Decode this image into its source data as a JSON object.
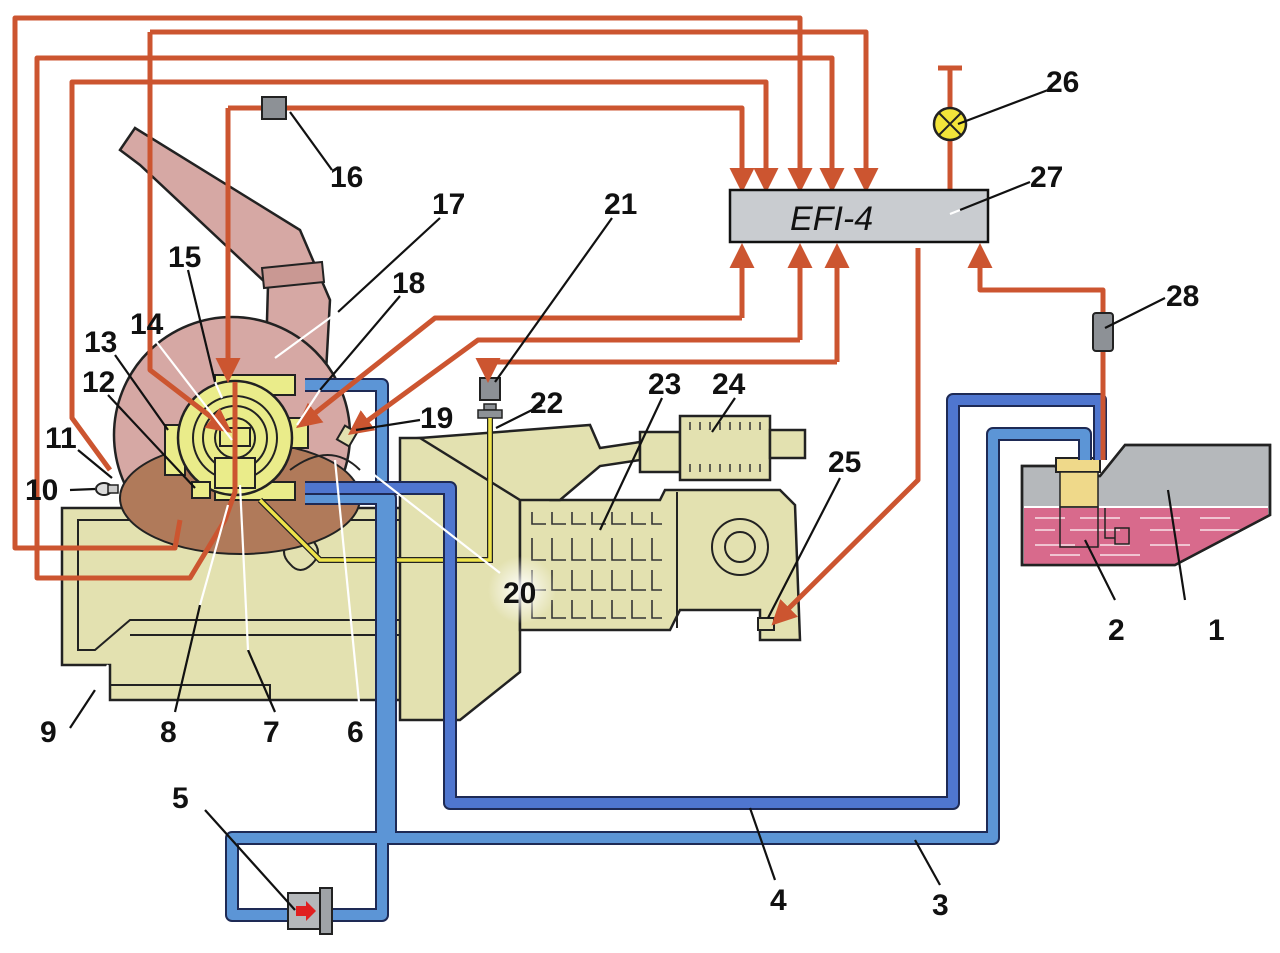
{
  "diagram": {
    "title": "Fuel injection system schematic with EFI-4 control unit",
    "ecu": {
      "label": "EFI-4",
      "callout": "27"
    },
    "colors": {
      "signal_wire": "#cc5530",
      "fuel_supply_pipe": "#5c95d6",
      "fuel_return_pipe": "#4f76cf",
      "engine_body": "#e3e1b0",
      "air_filter": "#d6a8a4",
      "manifold": "#b07a5a",
      "throttle_body": "#eaec8a",
      "fuel": "#d86a8c",
      "tank": "#b5b8bb",
      "ecu_box": "#c9ccd0",
      "check_lamp": "#f3e43a"
    },
    "callouts": [
      {
        "id": "1",
        "part": "fuel-tank"
      },
      {
        "id": "2",
        "part": "fuel-pump-module"
      },
      {
        "id": "3",
        "part": "fuel-supply-line"
      },
      {
        "id": "4",
        "part": "fuel-return-line"
      },
      {
        "id": "5",
        "part": "fuel-filter"
      },
      {
        "id": "6",
        "part": "intake-manifold"
      },
      {
        "id": "7",
        "part": "injector"
      },
      {
        "id": "8",
        "part": "throttle-position-sensor"
      },
      {
        "id": "9",
        "part": "engine-block"
      },
      {
        "id": "10",
        "part": "coolant-temperature-sensor"
      },
      {
        "id": "11",
        "part": "knock-sensor"
      },
      {
        "id": "12",
        "part": "idle-air-control-valve"
      },
      {
        "id": "13",
        "part": "fuel-pressure-regulator"
      },
      {
        "id": "14",
        "part": "air-temperature-sensor"
      },
      {
        "id": "15",
        "part": "throttle-body"
      },
      {
        "id": "16",
        "part": "manifold-pressure-sensor"
      },
      {
        "id": "17",
        "part": "air-filter"
      },
      {
        "id": "18",
        "part": "throttle-actuator"
      },
      {
        "id": "19",
        "part": "ignition-module"
      },
      {
        "id": "20",
        "part": "vacuum-hose"
      },
      {
        "id": "21",
        "part": "oxygen-sensor"
      },
      {
        "id": "22",
        "part": "exhaust-pipe-sensor-tube"
      },
      {
        "id": "23",
        "part": "transmission"
      },
      {
        "id": "24",
        "part": "catalytic-converter"
      },
      {
        "id": "25",
        "part": "vehicle-speed-sensor"
      },
      {
        "id": "26",
        "part": "check-engine-lamp"
      },
      {
        "id": "27",
        "part": "electronic-control-unit"
      },
      {
        "id": "28",
        "part": "fuel-pump-relay"
      }
    ]
  }
}
